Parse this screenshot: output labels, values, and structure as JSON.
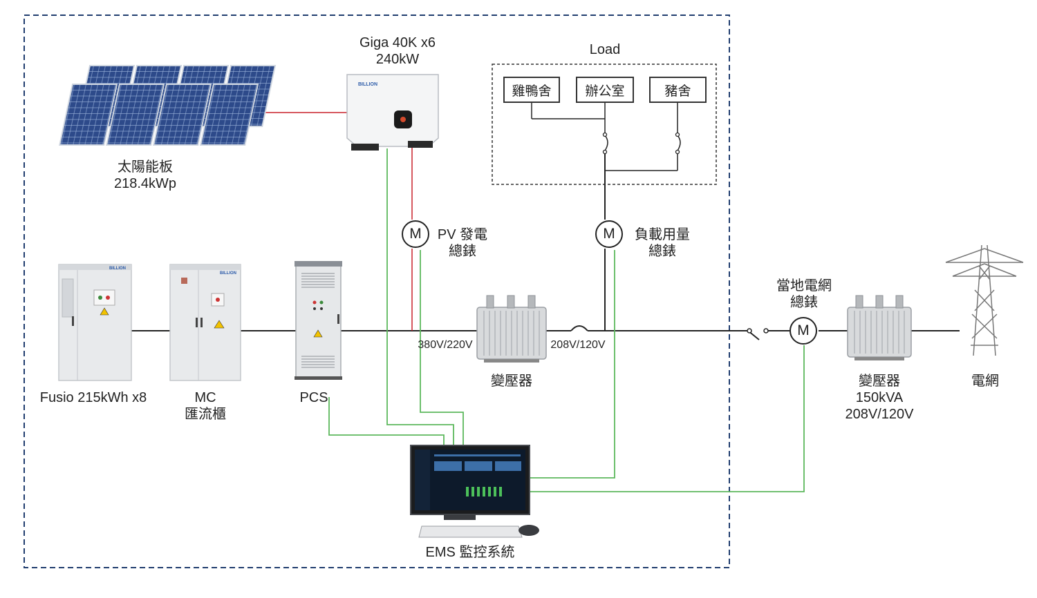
{
  "colors": {
    "ac": "#222222",
    "dc": "#c8202a",
    "comm": "#5cb85c",
    "frame": "#1f3c6e"
  },
  "pv": {
    "name": "太陽能板",
    "capacity": "218.4kWp"
  },
  "inverter": {
    "model": "Giga 40K x6",
    "power": "240kW",
    "brand": "BILLION"
  },
  "load": {
    "title": "Load",
    "items": [
      "雞鴨舍",
      "辦公室",
      "豬舍"
    ]
  },
  "meters": {
    "pv": {
      "symbol": "M",
      "line1": "PV 發電",
      "line2": "總錶"
    },
    "load": {
      "symbol": "M",
      "line1": "負載用量",
      "line2": "總錶"
    },
    "grid": {
      "symbol": "M",
      "line1": "當地電網",
      "line2": "總錶"
    }
  },
  "battery": {
    "name": "Fusio 215kWh x8",
    "brand": "BILLION"
  },
  "mc": {
    "line1": "MC",
    "line2": "匯流櫃",
    "brand": "BILLION"
  },
  "pcs": {
    "name": "PCS"
  },
  "transformer1": {
    "name": "變壓器",
    "primary": "380V/220V",
    "secondary": "208V/120V"
  },
  "transformer2": {
    "name": "變壓器",
    "rating": "150kVA",
    "voltage": "208V/120V"
  },
  "grid": {
    "name": "電網"
  },
  "ems": {
    "name": "EMS 監控系統"
  }
}
